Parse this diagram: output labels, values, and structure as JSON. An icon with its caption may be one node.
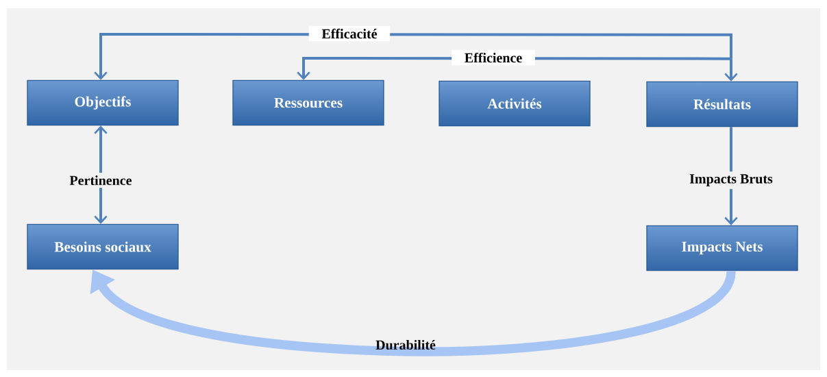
{
  "diagram": {
    "nodes": [
      {
        "text": [
          "Objectifs"
        ]
      },
      {
        "text": [
          "Ressources"
        ]
      },
      {
        "text": [
          "Activités"
        ]
      },
      {
        "text": [
          "Résultats"
        ]
      },
      {
        "text": [
          "Besoins sociaux"
        ]
      },
      {
        "text": [
          "Impacts Nets"
        ]
      }
    ],
    "edges": [
      {
        "from": 0,
        "to": 3,
        "arrow": "both",
        "label": "Efficacité"
      },
      {
        "from": 1,
        "to": 3,
        "arrow": "both",
        "label": "Efficience"
      },
      {
        "from": 0,
        "to": 4,
        "arrow": "both",
        "label": "Pertinence"
      },
      {
        "from": 3,
        "to": 5,
        "arrow": "to",
        "label": "Impacts Bruts"
      },
      {
        "from": 5,
        "to": 4,
        "arrow": "to",
        "label": "Durabilité",
        "style": "thick",
        "color": "#a6c4f4"
      }
    ]
  }
}
